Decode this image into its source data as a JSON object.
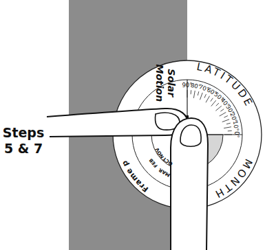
{
  "diagram": {
    "labels": [
      "Steps 5 & 7",
      "LATITUDE",
      "MONTH",
      "Solar Motion",
      "Frame p",
      "90°",
      "80°",
      "70°",
      "60°",
      "50°",
      "40°",
      "30°",
      "20°",
      "10°",
      "0°",
      "FEB",
      "MAR",
      "OCT",
      "NOV"
    ]
  }
}
